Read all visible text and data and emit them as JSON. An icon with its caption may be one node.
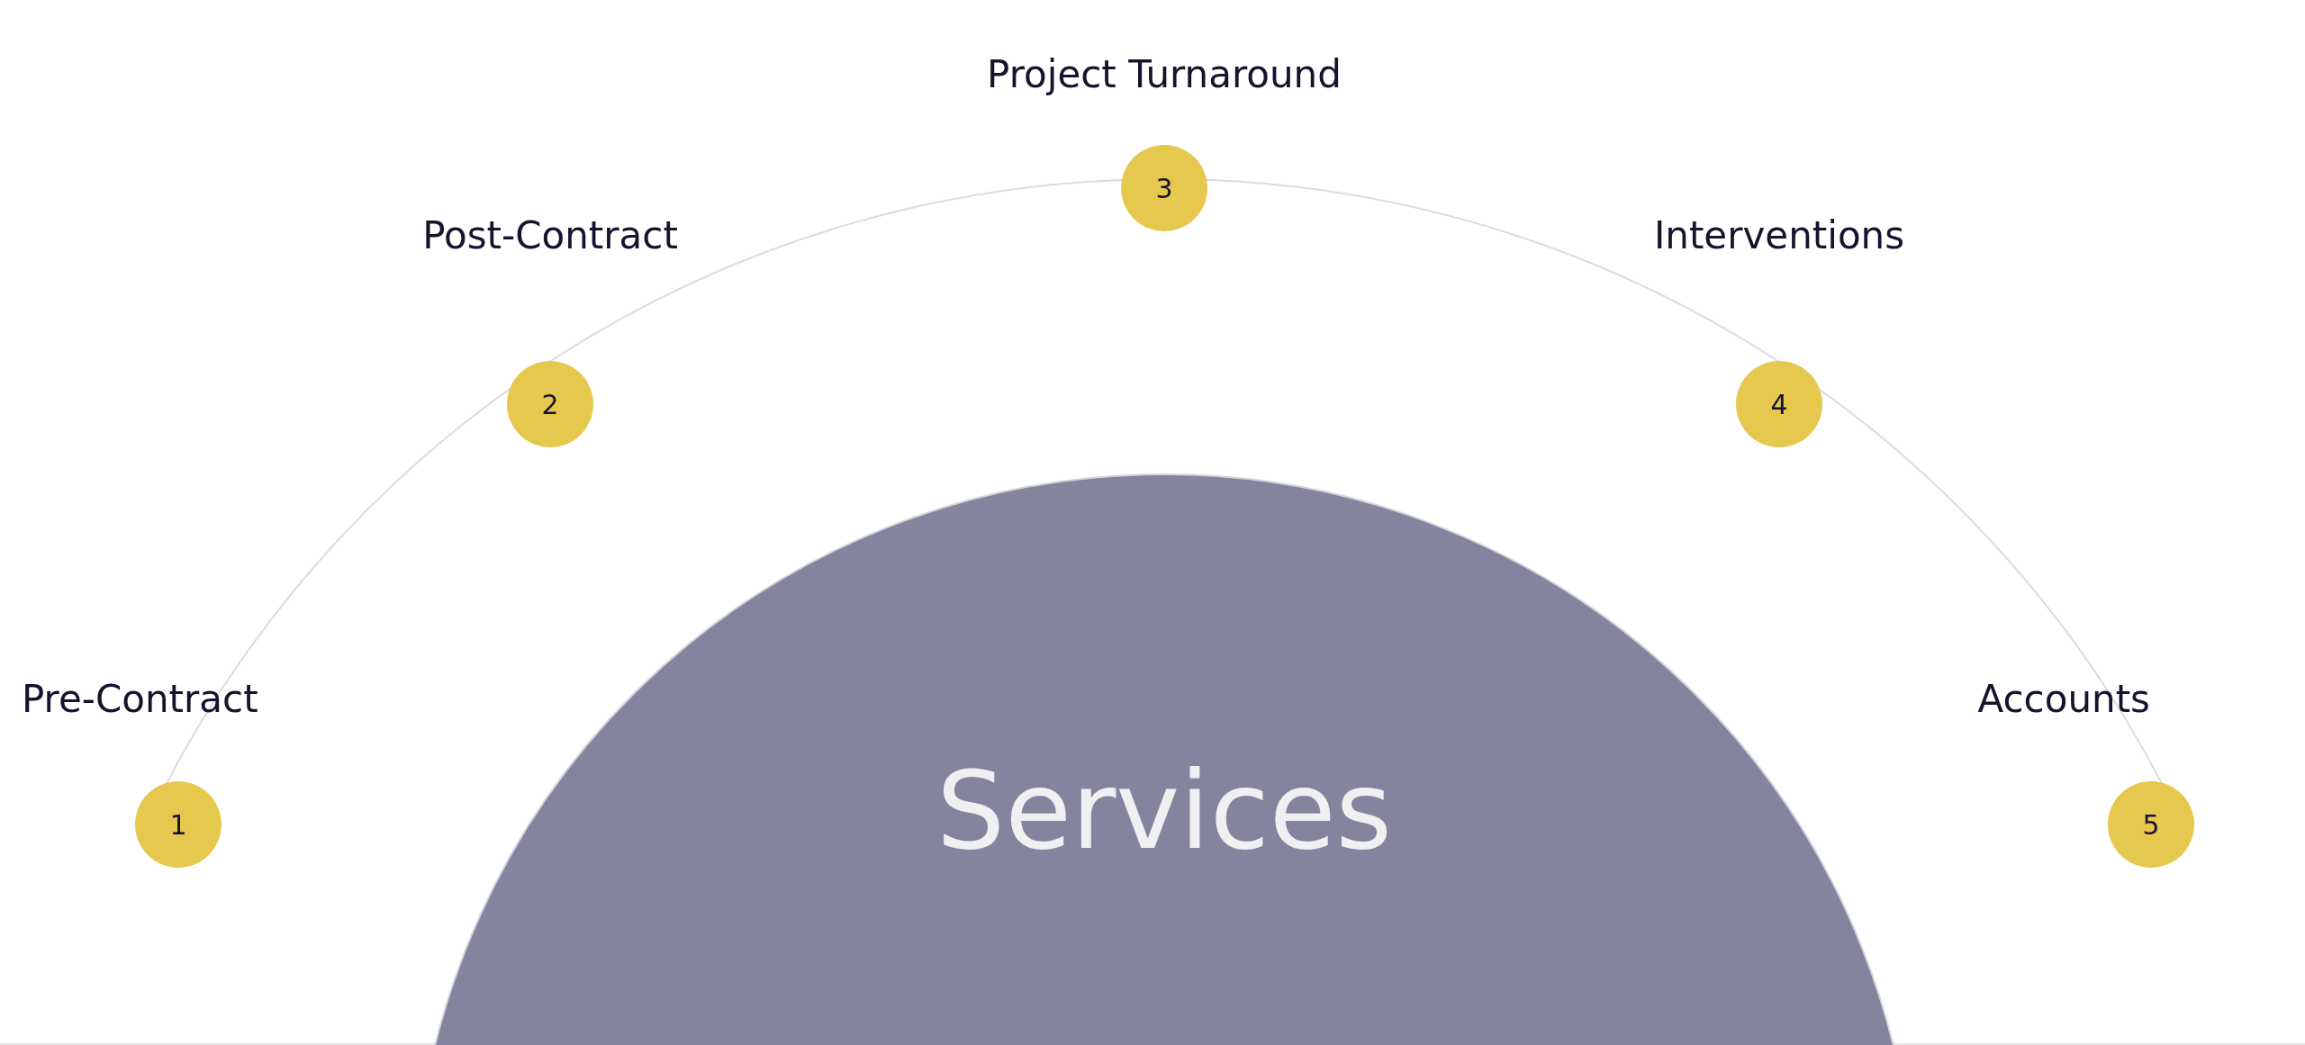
{
  "diagram": {
    "nodes": [
      {
        "text": [
          "Services"
        ]
      },
      {
        "text": [
          "1"
        ],
        "beside": [
          "Pre-Contract"
        ]
      },
      {
        "text": [
          "2"
        ],
        "beside": [
          "Post-Contract"
        ]
      },
      {
        "text": [
          "3"
        ],
        "beside": [
          "Project Turnaround"
        ]
      },
      {
        "text": [
          "4"
        ],
        "beside": [
          "Interventions"
        ]
      },
      {
        "text": [
          "5"
        ],
        "beside": [
          "Accounts"
        ]
      }
    ],
    "edges": []
  }
}
